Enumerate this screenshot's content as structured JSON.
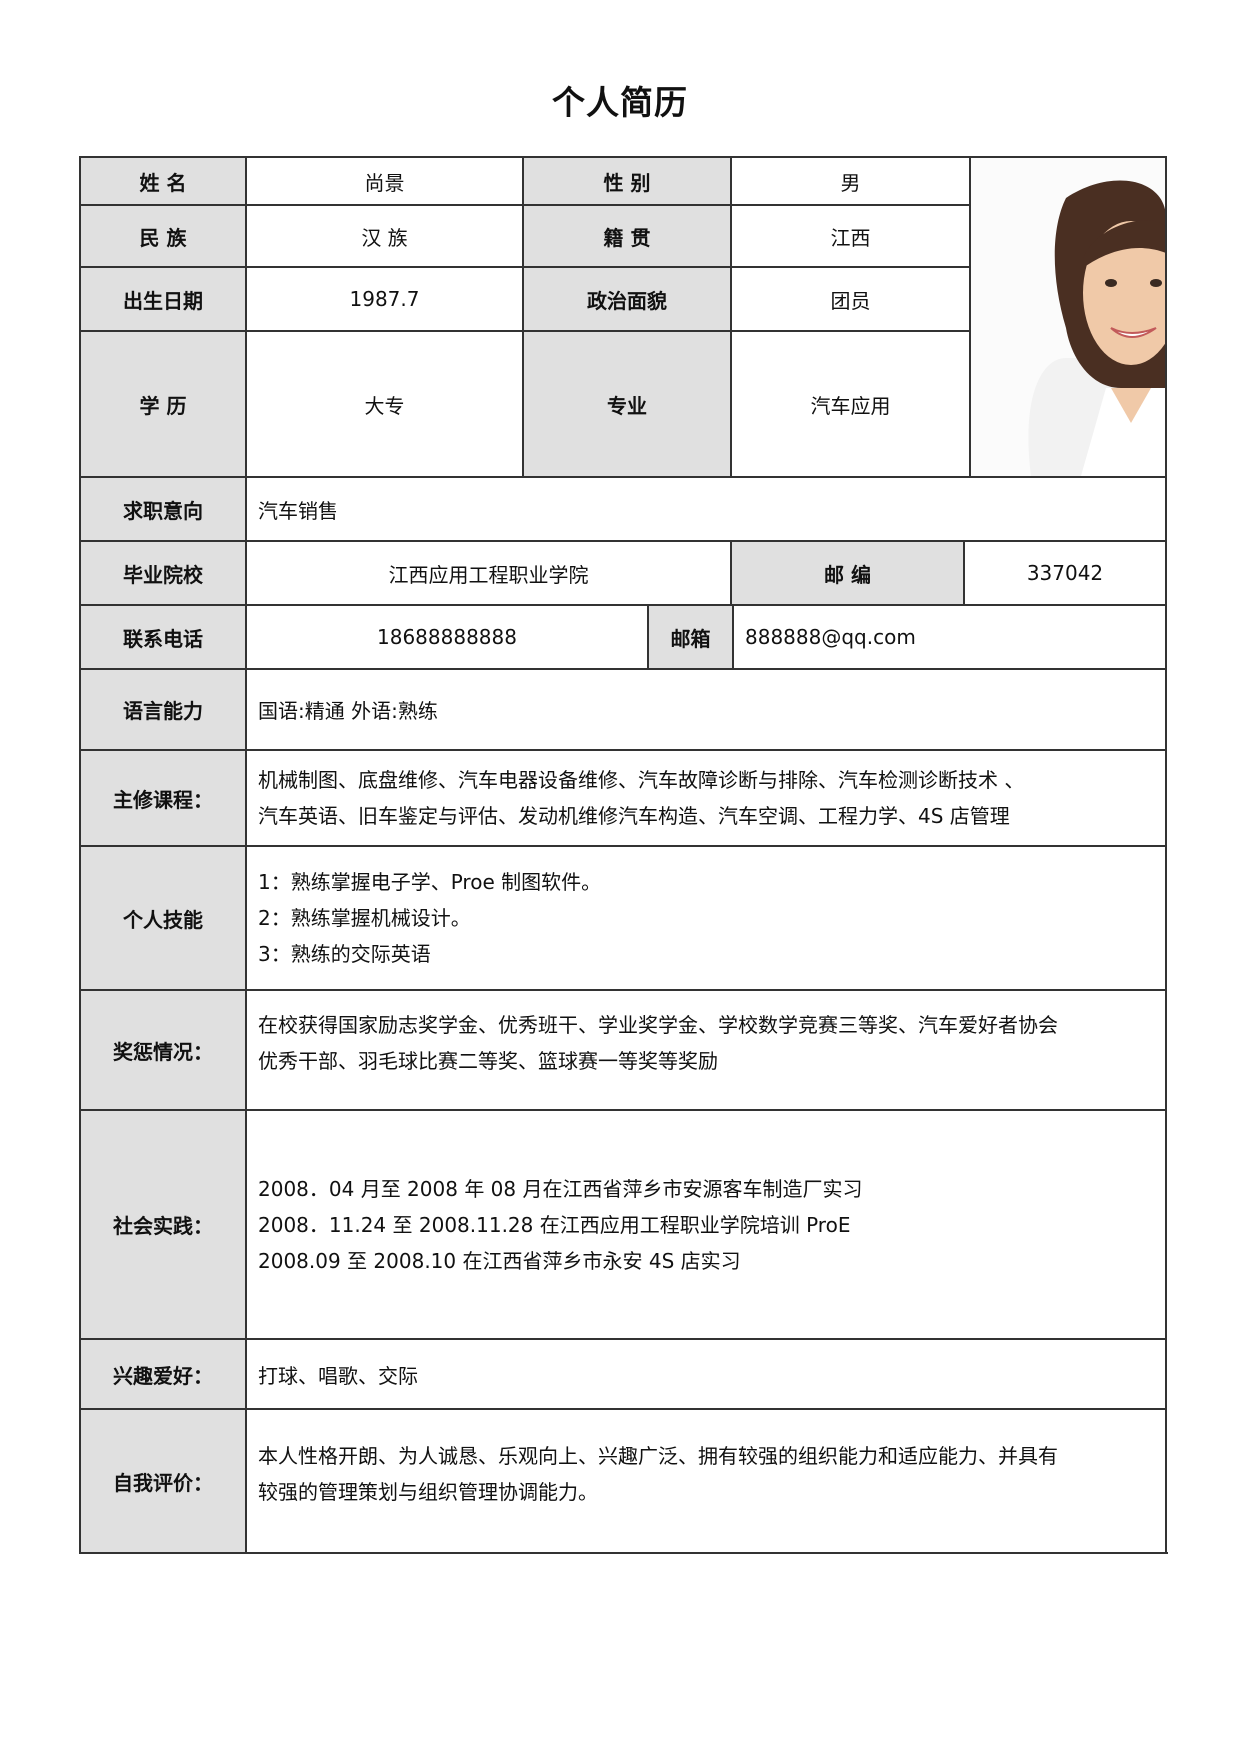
{
  "title": "个人简历",
  "basic": {
    "name_label": "姓 名",
    "name": "尚景",
    "gender_label": "性 别",
    "gender": "男",
    "ethnicity_label": "民 族",
    "ethnicity": "汉 族",
    "origin_label": "籍 贯",
    "origin": "江西",
    "birth_label": "出生日期",
    "birth": "1987.7",
    "politics_label": "政治面貌",
    "politics": "团员",
    "education_label": "学 历",
    "education": "大专",
    "major_label": "专业",
    "major": "汽车应用"
  },
  "photo": {
    "alt": "profile-photo"
  },
  "job": {
    "label": "求职意向",
    "value": "汽车销售"
  },
  "school": {
    "label": "毕业院校",
    "value": "江西应用工程职业学院",
    "zip_label": "邮 编",
    "zip": "337042"
  },
  "contact": {
    "label": "联系电话",
    "phone": "18688888888",
    "email_label": "邮箱",
    "email": "888888@qq.com"
  },
  "language": {
    "label": "语言能力",
    "value": "国语:精通  外语:熟练"
  },
  "courses": {
    "label": "主修课程：",
    "lines": [
      "机械制图、底盘维修、汽车电器设备维修、汽车故障诊断与排除、汽车检测诊断技术 、",
      "汽车英语、旧车鉴定与评估、发动机维修汽车构造、汽车空调、工程力学、4S 店管理"
    ]
  },
  "skills": {
    "label": "个人技能",
    "lines": [
      "1：熟练掌握电子学、Proe 制图软件。",
      "2：熟练掌握机械设计。",
      "3：熟练的交际英语"
    ]
  },
  "awards": {
    "label": "奖惩情况：",
    "lines": [
      "在校获得国家励志奖学金、优秀班干、学业奖学金、学校数学竞赛三等奖、汽车爱好者协会",
      "优秀干部、羽毛球比赛二等奖、篮球赛一等奖等奖励"
    ]
  },
  "practice": {
    "label": "社会实践：",
    "lines": [
      "2008．04 月至 2008 年 08 月在江西省萍乡市安源客车制造厂实习",
      "2008．11.24 至 2008.11.28 在江西应用工程职业学院培训 ProE",
      "2008.09 至 2008.10 在江西省萍乡市永安 4S 店实习"
    ]
  },
  "hobbies": {
    "label": "兴趣爱好：",
    "value": "打球、唱歌、交际"
  },
  "self_eval": {
    "label": "自我评价：",
    "lines": [
      "本人性格开朗、为人诚恳、乐观向上、兴趣广泛、拥有较强的组织能力和适应能力、并具有",
      "较强的管理策划与组织管理协调能力。"
    ]
  }
}
